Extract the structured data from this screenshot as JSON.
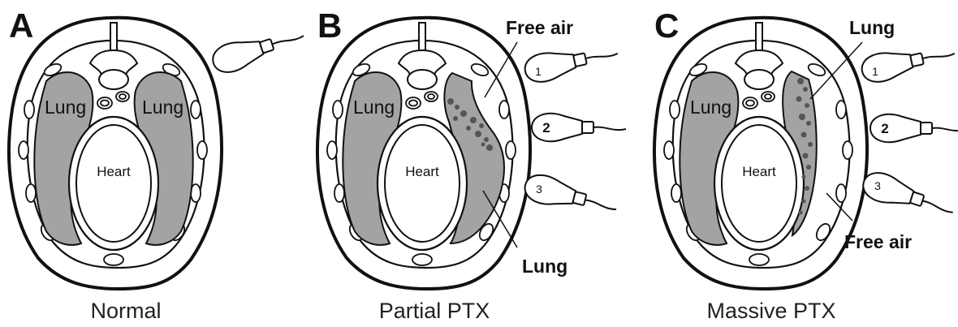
{
  "colors": {
    "lung_fill": "#a3a3a3",
    "outline": "#111111",
    "background": "#ffffff",
    "collapsed_lung_speckle": "#555555"
  },
  "panels": [
    {
      "letter": "A",
      "caption": "Normal",
      "left_lung_label": "Lung",
      "right_lung_label": "Lung",
      "heart_label": "Heart"
    },
    {
      "letter": "B",
      "caption": "Partial PTX",
      "left_lung_label": "Lung",
      "heart_label": "Heart",
      "free_air_label": "Free air",
      "collapsed_lung_label": "Lung",
      "probe_numbers": [
        "1",
        "2",
        "3"
      ]
    },
    {
      "letter": "C",
      "caption": "Massive PTX",
      "left_lung_label": "Lung",
      "heart_label": "Heart",
      "collapsed_lung_label": "Lung",
      "free_air_label": "Free air",
      "probe_numbers": [
        "1",
        "2",
        "3"
      ]
    }
  ]
}
